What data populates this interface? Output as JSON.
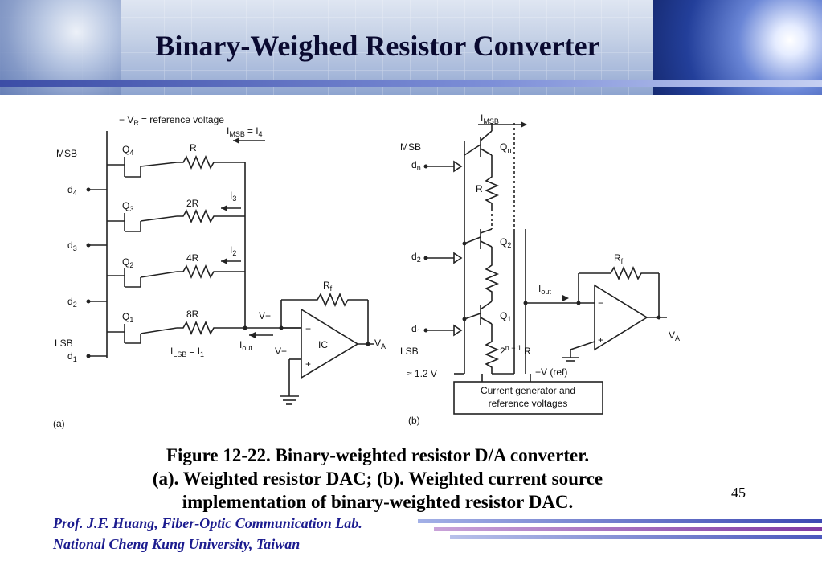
{
  "slide": {
    "title": "Binary-Weighed Resistor Converter",
    "page_number": "45"
  },
  "caption": {
    "line1": "Figure 12-22. Binary-weighted resistor D/A converter.",
    "line2": "(a). Weighted resistor DAC; (b). Weighted current source",
    "line3": "implementation of binary-weighted resistor DAC."
  },
  "footer": {
    "line1": "Prof. J.F. Huang, Fiber-Optic Communication Lab.",
    "line2": "National Cheng Kung University, Taiwan"
  },
  "diagram_a": {
    "panel_label": "(a)",
    "ref_label": "− V",
    "ref_sub": "R",
    "ref_text": "= reference voltage",
    "msb": "MSB",
    "lsb": "LSB",
    "q4": "Q",
    "q4s": "4",
    "q3": "Q",
    "q3s": "3",
    "q2": "Q",
    "q2s": "2",
    "q1": "Q",
    "q1s": "1",
    "d4": "d",
    "d4s": "4",
    "d3": "d",
    "d3s": "3",
    "d2": "d",
    "d2s": "2",
    "d1": "d",
    "d1s": "1",
    "r1": "R",
    "r2": "2R",
    "r3": "4R",
    "r4": "8R",
    "i_msb": "I",
    "i_msb_sub": "MSB",
    "i_msb_eq": "= I",
    "i_msb_eq_sub": "4",
    "i3": "I",
    "i3s": "3",
    "i2": "I",
    "i2s": "2",
    "i_lsb": "I",
    "i_lsb_sub": "LSB",
    "i_lsb_eq": "= I",
    "i_lsb_eq_sub": "1",
    "iout": "I",
    "iout_sub": "out",
    "vminus": "V−",
    "vplus": "V+",
    "rf": "R",
    "rf_sub": "f",
    "ic": "IC",
    "va": "V",
    "va_sub": "A",
    "minus": "−",
    "plus": "+"
  },
  "diagram_b": {
    "panel_label": "(b)",
    "i_msb": "I",
    "i_msb_sub": "MSB",
    "msb": "MSB",
    "lsb": "LSB",
    "dn": "d",
    "dn_sub": "n",
    "d2": "d",
    "d2_sub": "2",
    "d1": "d",
    "d1_sub": "1",
    "qn": "Q",
    "qn_sub": "n",
    "q2": "Q",
    "q2_sub": "2",
    "q1": "Q",
    "q1_sub": "1",
    "r": "R",
    "r_lsb": "2",
    "r_lsb_sup": "n − 1",
    "r_lsb_r": "R",
    "iout": "I",
    "iout_sub": "out",
    "rf": "R",
    "rf_sub": "f",
    "va": "V",
    "va_sub": "A",
    "v12": "≈ 1.2 V",
    "vref": "+V (ref)",
    "box_line1": "Current generator and",
    "box_line2": "reference voltages",
    "minus": "−",
    "plus": "+"
  }
}
